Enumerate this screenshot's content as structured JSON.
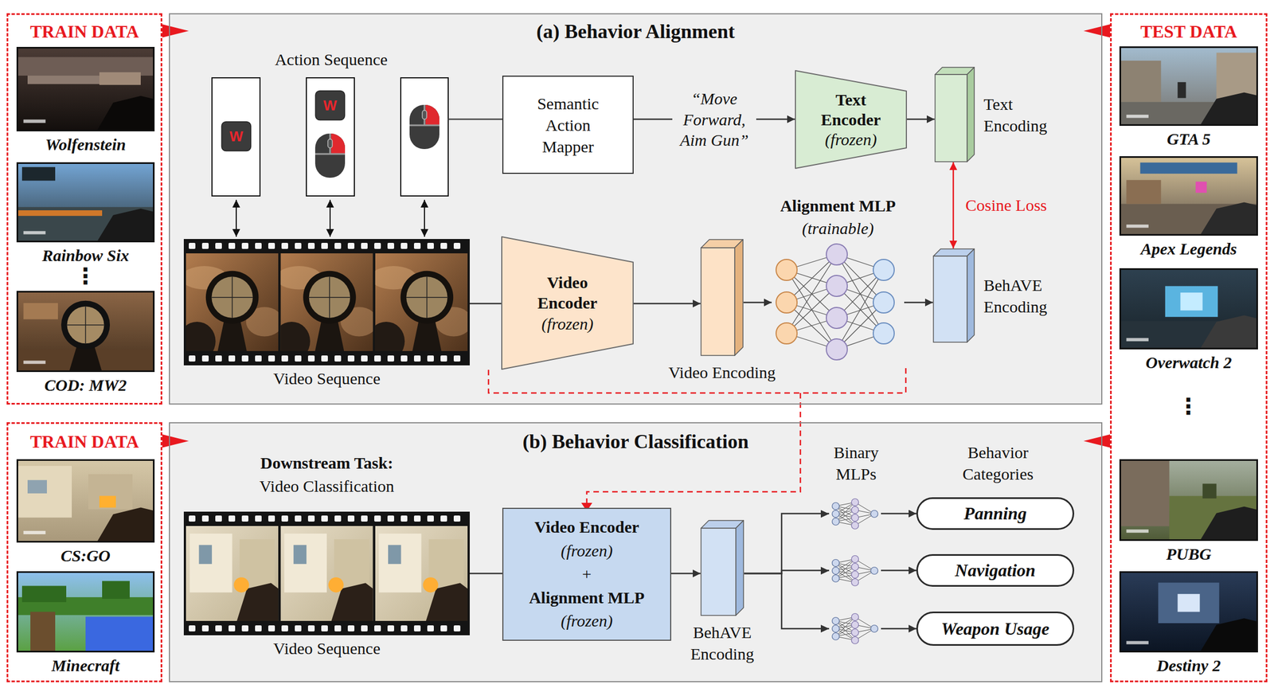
{
  "diagram": {
    "nodes": [
      {
        "text": [
          "TRAIN DATA"
        ]
      },
      {
        "text": [
          "Wolfenstein"
        ],
        "in": 0
      },
      {
        "text": [
          "Rainbow Six"
        ],
        "in": 0
      },
      {
        "text": [
          "COD: MW2"
        ],
        "in": 0
      },
      {
        "text": [
          "(a) Behavior Alignment"
        ]
      },
      {
        "text": [
          "Semantic Action Mapper"
        ],
        "in": 4
      },
      {
        "text": [
          "Text Encoder",
          "(frozen)"
        ],
        "in": 4
      },
      {
        "text": [
          "Text Encoding"
        ],
        "in": 4
      },
      {
        "text": [
          "Video Sequence"
        ],
        "in": 4
      },
      {
        "text": [
          "Video Encoder",
          "(frozen)"
        ],
        "in": 4
      },
      {
        "text": [
          "Video Encoding"
        ],
        "in": 4
      },
      {
        "text": [
          "Alignment MLP",
          "(trainable)"
        ],
        "in": 4
      },
      {
        "text": [
          "BehAVE Encoding"
        ],
        "in": 4
      },
      {
        "text": [
          "TEST DATA"
        ]
      },
      {
        "text": [
          "GTA 5"
        ],
        "in": 13
      },
      {
        "text": [
          "Apex Legends"
        ],
        "in": 13
      },
      {
        "text": [
          "Overwatch 2"
        ],
        "in": 13
      },
      {
        "text": [
          "PUBG"
        ],
        "in": 13
      },
      {
        "text": [
          "Destiny 2"
        ],
        "in": 13
      },
      {
        "text": [
          "TRAIN DATA"
        ]
      },
      {
        "text": [
          "CS:GO"
        ],
        "in": 19
      },
      {
        "text": [
          "Minecraft"
        ],
        "in": 19
      },
      {
        "text": [
          "(b) Behavior Classification"
        ]
      },
      {
        "text": [
          "Video Sequence"
        ],
        "in": 22
      },
      {
        "text": [
          "Video Encoder",
          "(frozen)",
          "+",
          "Alignment MLP",
          "(frozen)"
        ],
        "in": 22
      },
      {
        "text": [
          "BehAVE Encoding"
        ],
        "in": 22
      },
      {
        "text": [
          "Panning"
        ],
        "in": 22
      },
      {
        "text": [
          "Navigation"
        ],
        "in": 22
      },
      {
        "text": [
          "Weapon Usage"
        ],
        "in": 22
      }
    ],
    "edges": [
      {
        "from": 5,
        "to": 6,
        "arrow": "to",
        "label": "“Move Forward, Aim Gun”"
      },
      {
        "from": 6,
        "to": 7,
        "arrow": "to"
      },
      {
        "from": 8,
        "to": 9,
        "arrow": "none"
      },
      {
        "from": 9,
        "to": 10,
        "arrow": "to"
      },
      {
        "from": 10,
        "to": 11,
        "arrow": "to"
      },
      {
        "from": 11,
        "to": 12,
        "arrow": "to"
      },
      {
        "from": 7,
        "to": 12,
        "arrow": "both",
        "label": "Cosine Loss"
      },
      {
        "from": 23,
        "to": 24,
        "arrow": "none"
      },
      {
        "from": 24,
        "to": 25,
        "arrow": "to"
      },
      {
        "from": 25,
        "to": 26,
        "arrow": "to"
      },
      {
        "from": 25,
        "to": 27,
        "arrow": "to"
      },
      {
        "from": 25,
        "to": 28,
        "arrow": "to"
      }
    ],
    "labels": [
      "Action Sequence",
      "W",
      "W",
      "⋮",
      "⋮",
      "Downstream Task:",
      "Video Classification",
      "Binary MLPs",
      "Behavior Categories"
    ]
  }
}
